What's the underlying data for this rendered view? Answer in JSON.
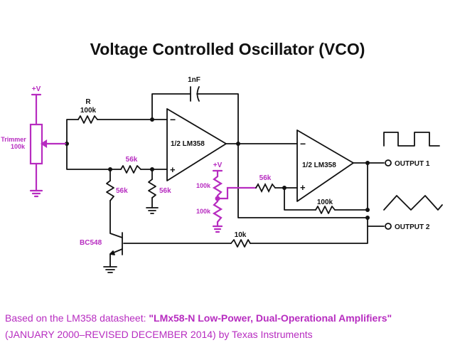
{
  "title": "Voltage Controlled Oscillator (VCO)",
  "labels": {
    "cap": "1nF",
    "r_name": "R",
    "r_val": "100k",
    "r_56k_top": "56k",
    "r_56k_down": "56k",
    "r_56k_left": "56k",
    "opamp1": "1/2 LM358",
    "opamp2": "1/2 LM358",
    "r_56k_right": "56k",
    "r_100k_fb": "100k",
    "r_10k": "10k",
    "transistor": "BC548",
    "output1": "OUTPUT 1",
    "output2": "OUTPUT 2",
    "minus": "−",
    "plus": "+"
  },
  "purple_labels": {
    "vplus_left": "+V",
    "trimmer": "Trimmer",
    "trimmer_val": "100k",
    "vplus_mid": "+V",
    "div_top": "100k",
    "div_bottom": "100k"
  },
  "footer": {
    "line1_prefix": "Based on the LM358 datasheet: ",
    "line1_bold": "\"LMx58-N Low-Power, Dual-Operational Amplifiers\"",
    "line2": "(JANUARY 2000–REVISED DECEMBER 2014) by Texas Instruments"
  },
  "colors": {
    "ink": "#111111",
    "accent": "#b72cc0"
  }
}
